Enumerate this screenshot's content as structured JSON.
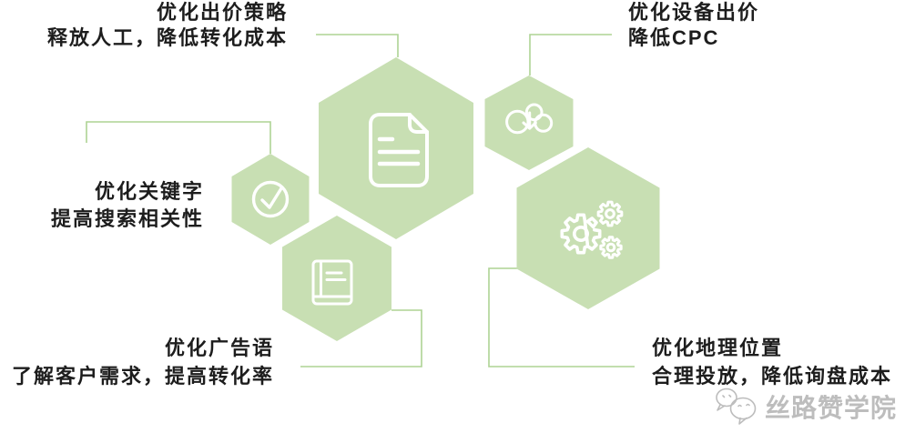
{
  "diagram": {
    "background": "#ffffff",
    "colors": {
      "hexagon_fill": "#c8dfb3",
      "connector": "#aed394",
      "icon_stroke": "#ffffff",
      "text": "#1d1d1d",
      "logo": "#bdbdbd"
    },
    "items": [
      {
        "title": "优化出价策略",
        "subtitle": "释放人工，降低转化成本",
        "icon": "document-icon"
      },
      {
        "title": "优化设备出价",
        "subtitle": "降低CPC",
        "icon": "cloud-download-icon"
      },
      {
        "title": "优化关键字",
        "subtitle": "提高搜索相关性",
        "icon": "check-circle-icon"
      },
      {
        "title": "优化广告语",
        "subtitle": "了解客户需求，提高转化率",
        "icon": "book-icon"
      },
      {
        "title": "优化地理位置",
        "subtitle": "合理投放，降低询盘成本",
        "icon": "gears-icon"
      }
    ],
    "logo": {
      "text": "丝路赞学院",
      "icon": "chat-bubbles-icon"
    }
  }
}
